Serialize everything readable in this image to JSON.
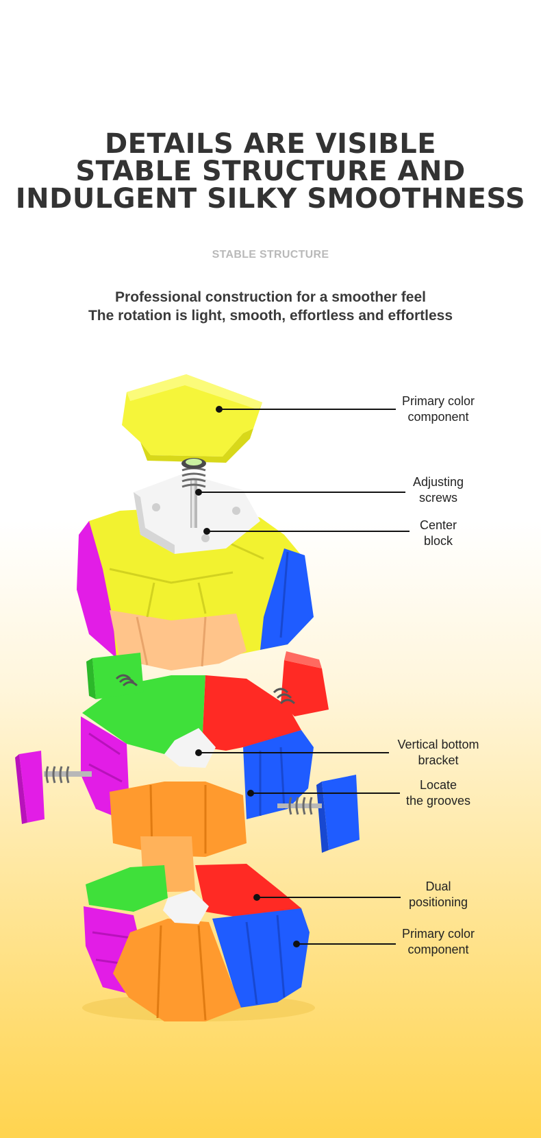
{
  "headline": {
    "line1": "DETAILS ARE VISIBLE",
    "line2": "STABLE STRUCTURE AND",
    "line3": "INDULGENT SILKY SMOOTHNESS"
  },
  "section_label": "STABLE STRUCTURE",
  "subtitle": {
    "line1": "Professional construction for a smoother feel",
    "line2": "The rotation is light, smooth, effortless and effortless"
  },
  "callouts": [
    {
      "line1": "Primary color",
      "line2": "component"
    },
    {
      "line1": "Adjusting",
      "line2": "screws"
    },
    {
      "line1": "Center",
      "line2": "block"
    },
    {
      "line1": "Vertical bottom",
      "line2": "bracket"
    },
    {
      "line1": "Locate",
      "line2": "the grooves"
    },
    {
      "line1": "Dual",
      "line2": "positioning"
    },
    {
      "line1": "Primary color",
      "line2": "component"
    }
  ],
  "colors": {
    "yellow": "#f5f53a",
    "green": "#3fe03a",
    "red": "#ff2a24",
    "blue": "#1f5cff",
    "magenta": "#e21de6",
    "orange": "#ff9a2e",
    "peach": "#ffc48a",
    "white_core": "#f4f4f4"
  }
}
